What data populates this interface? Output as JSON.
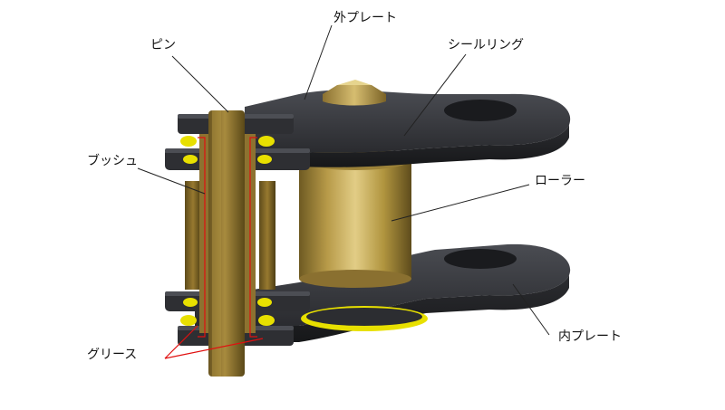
{
  "diagram": {
    "labels": {
      "outer_plate": "外プレート",
      "pin": "ピン",
      "seal_ring": "シールリング",
      "bush": "ブッシュ",
      "roller": "ローラー",
      "inner_plate": "内プレート",
      "grease": "グリース"
    },
    "colors": {
      "plate": "#2e2f33",
      "plate_edge": "#5a5c62",
      "bronze": "#a68a3c",
      "bronze_light": "#d8c27a",
      "bronze_dark": "#6e5a22",
      "seal": "#e8e000",
      "grease_line": "#e01010"
    }
  }
}
